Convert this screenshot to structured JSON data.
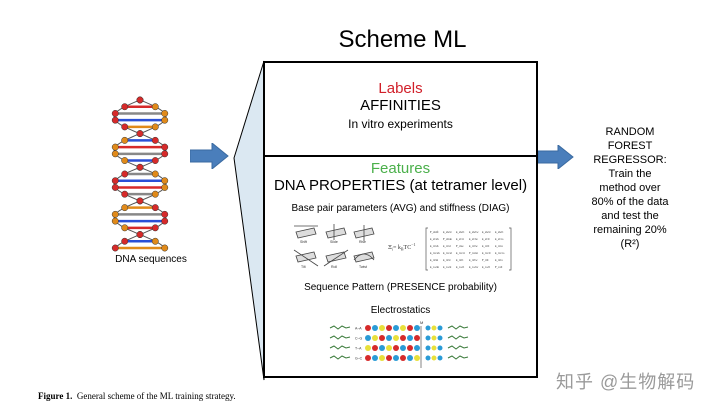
{
  "title": "Scheme ML",
  "labels_section": {
    "heading": "Labels",
    "title": "AFFINITIES",
    "subtitle": "In vitro experiments"
  },
  "features_section": {
    "heading": "Features",
    "title": "DNA PROPERTIES (at tetramer level)",
    "base_pair_text": "Base pair parameters (AVG)  and stiffness (DIAG)",
    "sequence_pattern_text": "Sequence Pattern (PRESENCE probability)",
    "electrostatics_text": "Electrostatics",
    "equation": "Ξ",
    "equation_rhs": "= k",
    "equation_T": "T",
    "equation_C": "C",
    "equation_power": "−1",
    "equation_subscript": "B",
    "equation_sub_i": "i",
    "electrostatics_marker": "M",
    "electrostatics_rows": [
      "A–A",
      "C–G",
      "T–A",
      "G–C"
    ],
    "matrix_rows": [
      [
        "F_shift",
        "k_sh/sl",
        "k_sh/ri",
        "k_sh/tw",
        "k_sh/sl",
        "k_sh/ri"
      ],
      [
        "k_sl/sh",
        "F_slide",
        "k_sl/ri",
        "k_sl/tw",
        "k_sl/tl",
        "k_sl/ro"
      ],
      [
        "k_ri/sh",
        "k_ri/sl",
        "F_rise",
        "k_ri/tw",
        "k_ri/tl",
        "k_ri/ro"
      ],
      [
        "k_tw/sh",
        "k_tw/sl",
        "k_tw/ri",
        "F_twist",
        "k_tw/tl",
        "k_tw/ro"
      ],
      [
        "k_tl/sh",
        "k_tl/sl",
        "k_tl/ri",
        "k_tl/tw",
        "F_tilt",
        "k_tl/ro"
      ],
      [
        "k_ro/sh",
        "k_ro/sl",
        "k_ro/ri",
        "k_ro/tw",
        "k_ro/tl",
        "F_roll"
      ]
    ],
    "bp_labels": [
      "Shift",
      "Slide",
      "Rise",
      "Tilt",
      "Roll",
      "Twist"
    ]
  },
  "dna": {
    "caption": "DNA sequences"
  },
  "regressor": {
    "lines": [
      "RANDOM",
      "FOREST",
      "REGRESSOR:",
      "Train the",
      "method over",
      "80% of the data",
      "and test the",
      "remaining 20%",
      "(R²)"
    ]
  },
  "figure_caption": {
    "label": "Figure 1.",
    "text": "General scheme of the ML training strategy."
  },
  "watermark": "知乎 @生物解码",
  "colors": {
    "labels_red": "#d1202a",
    "features_green": "#4bb04b",
    "arrow_blue": "#4a7ebb",
    "funnel_fill": "#dbe8f2"
  }
}
